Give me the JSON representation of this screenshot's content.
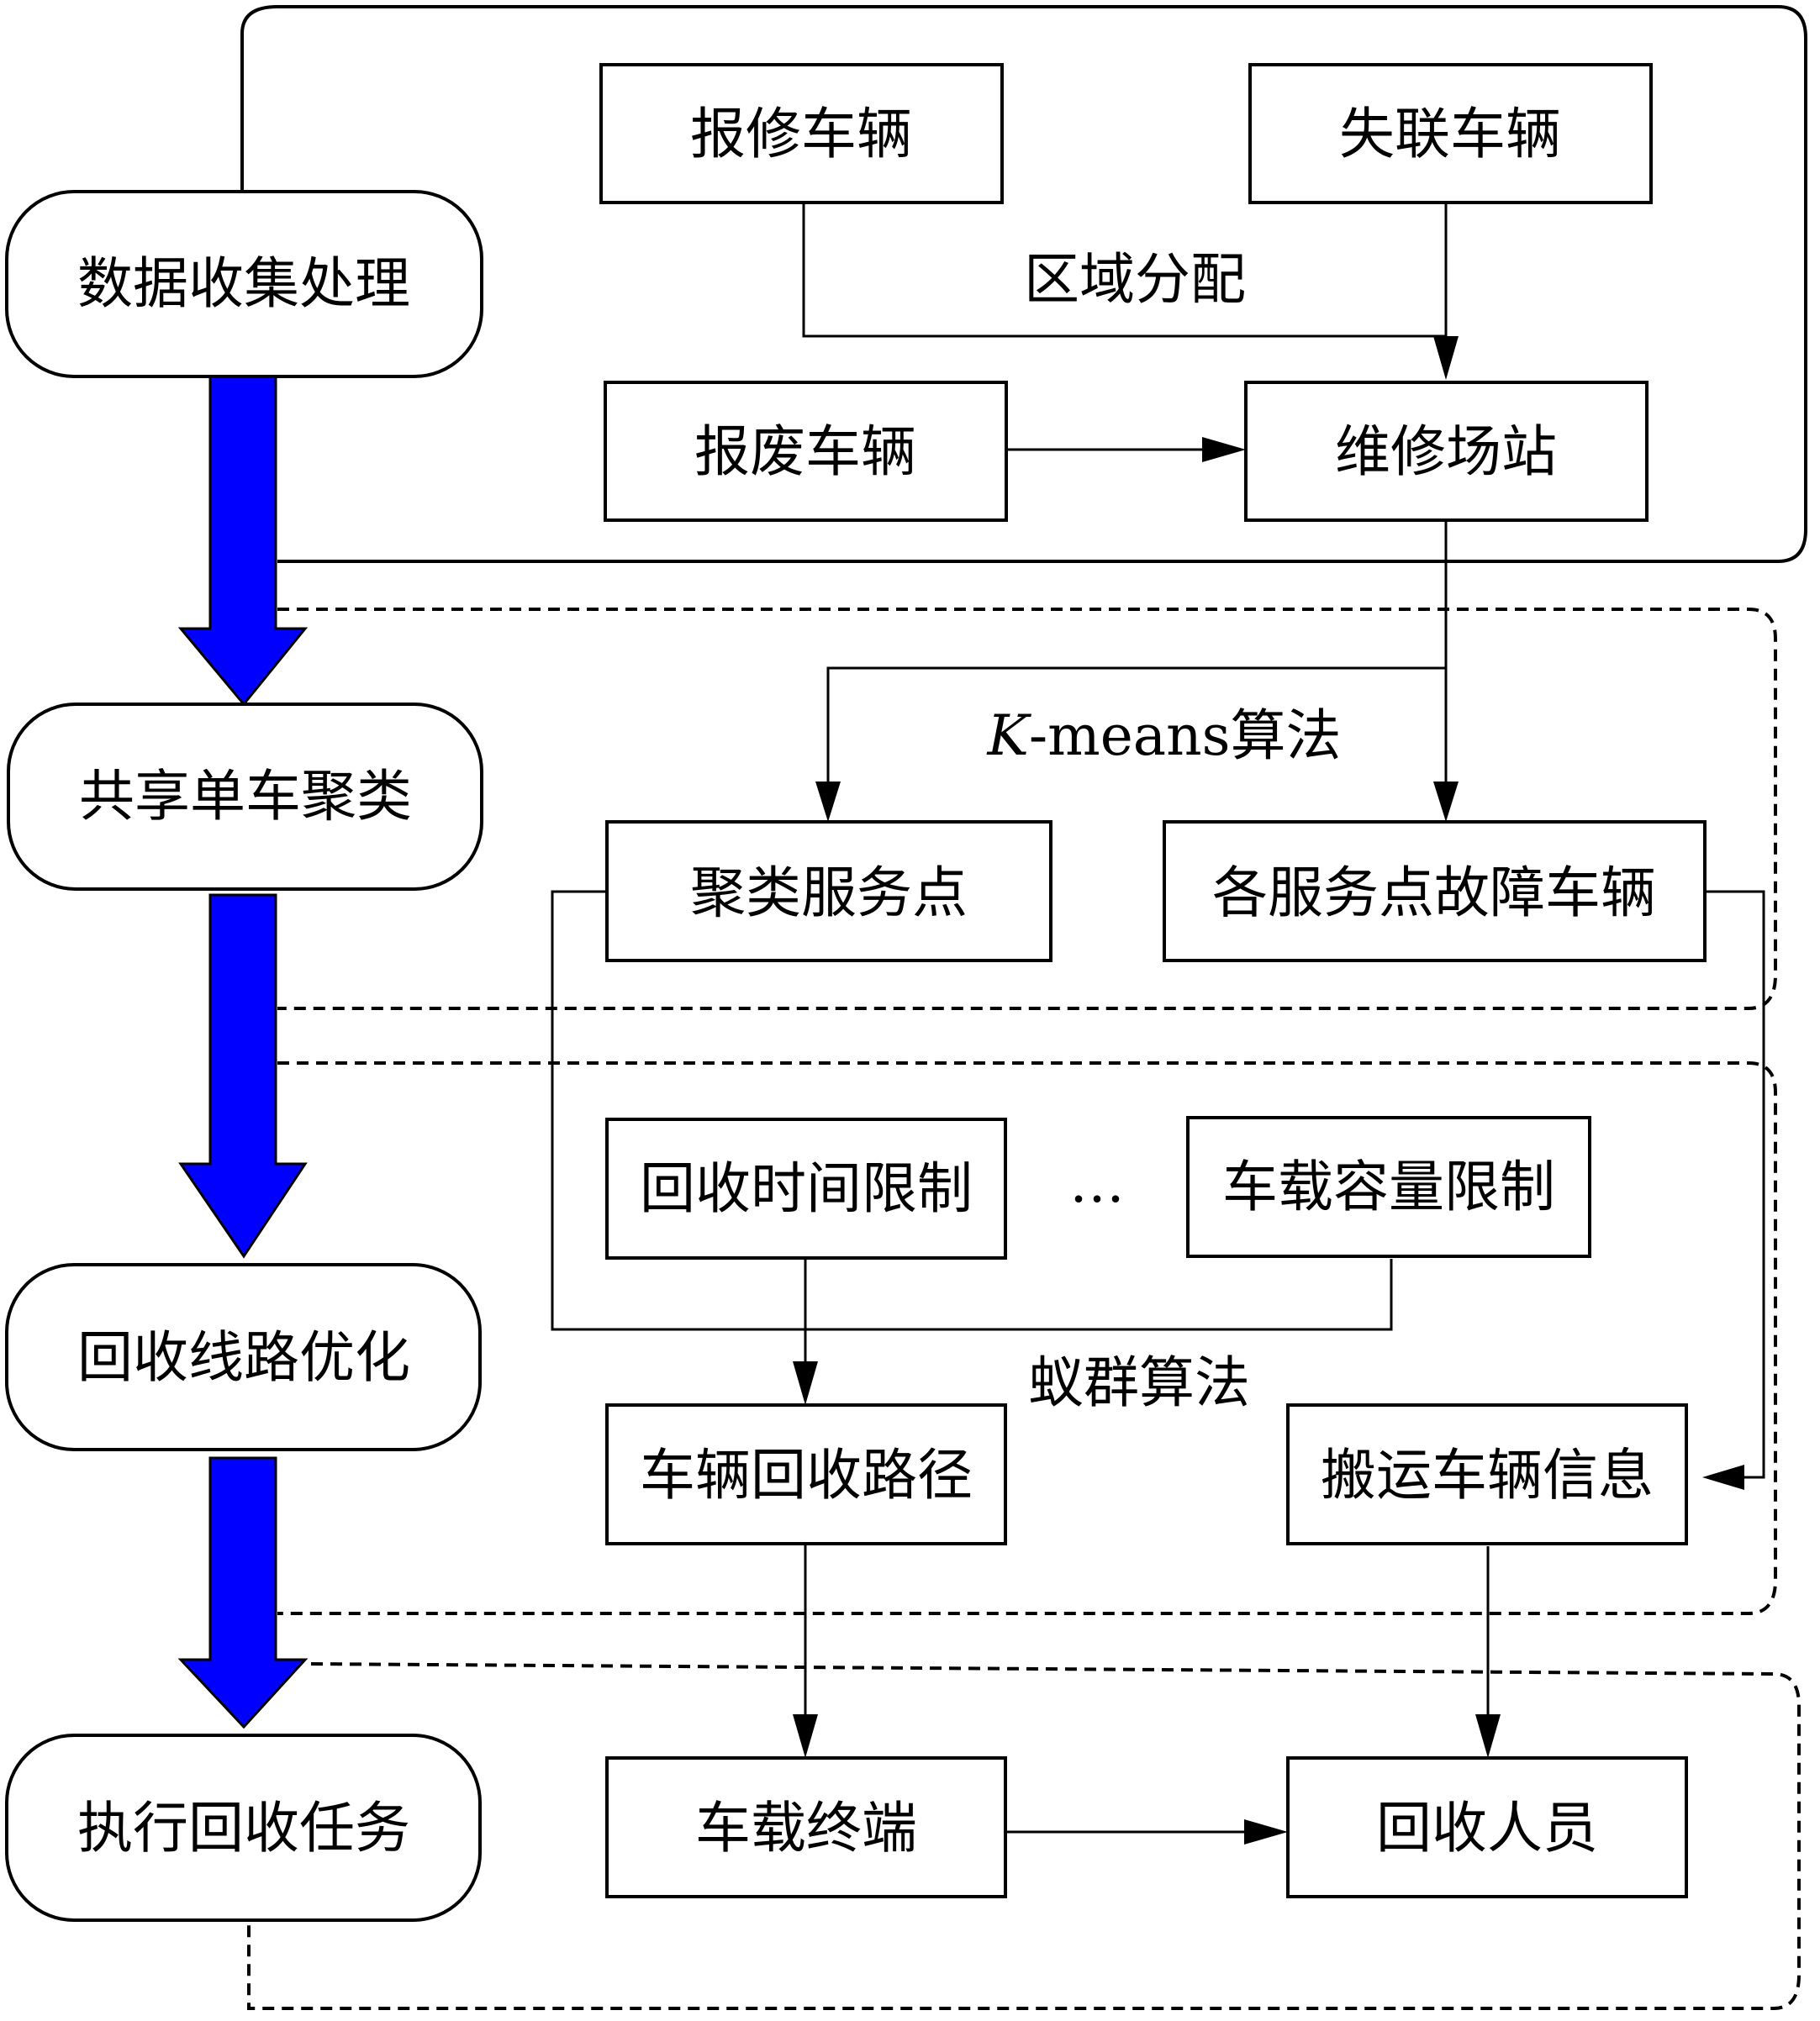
{
  "stages": [
    "数据收集处理",
    "共享单车聚类",
    "回收线路优化",
    "执行回收任务"
  ],
  "boxes": {
    "repair": "报修车辆",
    "lost": "失联车辆",
    "scrap": "报废车辆",
    "station": "维修场站",
    "cluster_points": "聚类服务点",
    "faulty": "各服务点故障车辆",
    "time_limit": "回收时间限制",
    "capacity_limit": "车载容量限制",
    "route": "车辆回收路径",
    "transport_info": "搬运车辆信息",
    "terminal": "车载终端",
    "staff": "回收人员"
  },
  "labels": {
    "region": "区域分配",
    "kmeans_k": "K",
    "kmeans_rest": "-means算法",
    "ellipsis": "…",
    "ant": "蚁群算法"
  },
  "colors": {
    "flow_arrow": "#0000ff"
  }
}
